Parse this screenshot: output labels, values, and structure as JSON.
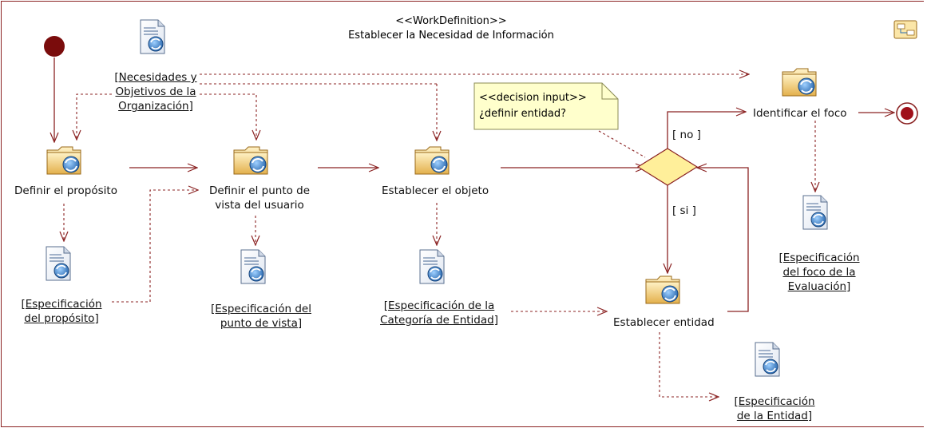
{
  "header": {
    "stereotype": "<<WorkDefinition>>",
    "title": "Establecer la Necesidad de Información"
  },
  "activities": {
    "definir_proposito": "Definir el propósito",
    "definir_punto_vista_1": "Definir el punto de",
    "definir_punto_vista_2": "vista del usuario",
    "establecer_objeto": "Establecer el objeto",
    "identificar_foco": "Identificar el foco",
    "establecer_entidad": "Establecer entidad"
  },
  "artifacts": {
    "necesidades": [
      "[Necesidades y",
      "Objetivos de la",
      "Organización]"
    ],
    "espec_proposito": [
      "[Especificación",
      "del propósito]"
    ],
    "espec_punto_vista": [
      "[Especificación del",
      "punto de vista]"
    ],
    "espec_categoria": [
      "[Especificación de la",
      "Categoría de Entidad]"
    ],
    "espec_foco": [
      "[Especificación",
      "del foco de la",
      "Evaluación]"
    ],
    "espec_entidad": [
      "[Especificación",
      "de la Entidad]"
    ]
  },
  "note": {
    "line1": "<<decision input>>",
    "line2": "¿definir entidad?"
  },
  "guards": {
    "no": "[ no ]",
    "si": "[ si ]"
  },
  "icons": {
    "start": "initial-node-icon",
    "end": "final-node-icon",
    "task": "task-folder-icon",
    "document": "document-artifact-icon",
    "corner": "workflow-diagram-icon"
  },
  "colors": {
    "flow": "#8b2323",
    "initial": "#7a0c0c",
    "decision_fill": "#ffef9a",
    "note_fill": "#ffffcc",
    "folder": "#e0b04a",
    "blue": "#2a6fb5"
  }
}
